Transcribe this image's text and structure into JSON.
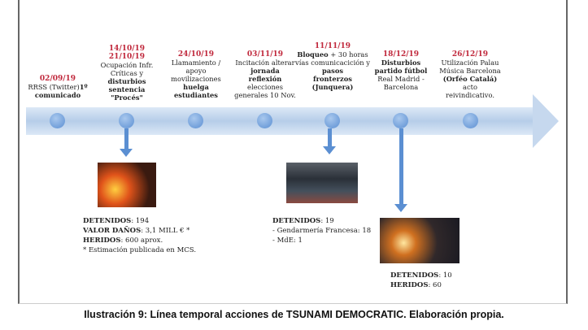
{
  "events": [
    {
      "date": "02/09/19",
      "lines": [
        [
          "RRSS (Twitter)",
          ""
        ],
        [
          "",
          "1º"
        ],
        [
          "comunicado",
          "b"
        ]
      ]
    },
    {
      "date": "14/10/19",
      "date2": "21/10/19"
    },
    {
      "date": "24/10/19"
    },
    {
      "date": "03/11/19"
    },
    {
      "date": "11/11/19"
    },
    {
      "date": "18/12/19"
    },
    {
      "date": "26/12/19"
    }
  ],
  "text": {
    "e1a": "RRSS (Twitter)",
    "e1b": "1º",
    "e1c": "comunicado",
    "e2a": "Ocupación Infr. Críticas y",
    "e2b": "disturbios sentencia \"Procés\"",
    "e3a": "Llamamiento / apoyo movilizaciones",
    "e3b": "huelga estudiantes",
    "e4a": "Incitación alterar",
    "e4b": "jornada reflexión",
    "e4c": "elecciones generales 10 Nov.",
    "e5a": "Bloqueo",
    "e5b": "+ 30 horas vías comunicacición y",
    "e5c": "pasos fronterzos (Junquera)",
    "e6a": "Disturbios partido fútbol",
    "e6b": "Real Madrid - Barcelona",
    "e7a": "Utilización Palau Música Barcelona",
    "e7b": "(Orféo Catalá)",
    "e7c": "acto reivindicativo."
  },
  "stats": {
    "s1": {
      "k1": "DETENIDOS",
      "v1": ": 194",
      "k2": "VALOR DAÑOS",
      "v2": ": 3,1 MILL € *",
      "k3": "HERIDOS",
      "v3": ": 600 aprox.",
      "note": "* Estimación publicada en MCS."
    },
    "s2": {
      "k1": "DETENIDOS",
      "v1": ": 19",
      "l2": "- Gendarmería Francesa: 18",
      "l3": "- MdE: 1"
    },
    "s3": {
      "k1": "DETENIDOS",
      "v1": ": 10",
      "k2": "HERIDOS",
      "v2": ": 60"
    }
  },
  "caption": "Ilustración 9: Línea temporal acciones de TSUNAMI DEMOCRATIC. Elaboración propia."
}
